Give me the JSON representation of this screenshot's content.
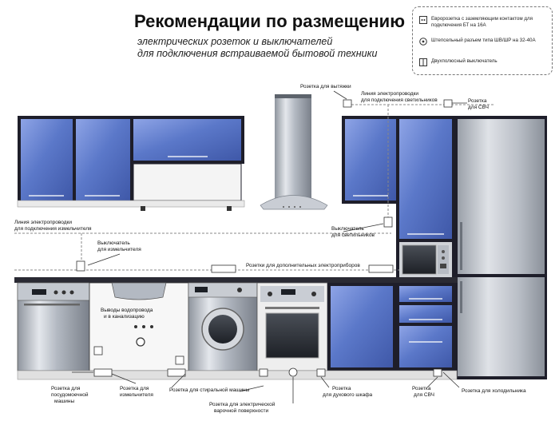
{
  "header": {
    "title": "Рекомендации по размещению",
    "subtitle_1": "электрических розеток и выключателей",
    "subtitle_2": "для подключения встраиваемой бытовой техники"
  },
  "legend": {
    "items": [
      {
        "icon": "euro-socket-icon",
        "text": "Евророзетка с заземляющим контактом для подключения БТ на 16А"
      },
      {
        "icon": "plug-connector-icon",
        "text": "Штепсельный разъем типа ШВ/ШР на 32-40А"
      },
      {
        "icon": "double-switch-icon",
        "text": "Двухполюсный выключатель"
      }
    ]
  },
  "labels": {
    "hood_socket": "Розетка для вытяжки",
    "lighting_wiring_1": "Линия электропроводки",
    "lighting_wiring_2": "для подключения светильников",
    "microwave_top_1": "Розетка",
    "microwave_top_2": "для СВЧ",
    "grinder_wiring_1": "Линия электропроводки",
    "grinder_wiring_2": "для подключения измельчителя",
    "grinder_switch_1": "Выключатель",
    "grinder_switch_2": "для измельчителя",
    "light_switch_1": "Выключатель",
    "light_switch_2": "для светильников",
    "extra_sockets": "Розетки для дополнительных электроприборов",
    "water_outputs_1": "Выводы водопровода",
    "water_outputs_2": "и в канализацию",
    "dishwasher_1": "Розетка для",
    "dishwasher_2": "посудомоечной",
    "dishwasher_3": "машины",
    "grinder_socket_1": "Розетка для",
    "grinder_socket_2": "измельчителя",
    "washer_socket": "Розетка для стиральной машины",
    "hob_socket_1": "Розетка для электрической",
    "hob_socket_2": "варочной поверхности",
    "oven_socket_1": "Розетка",
    "oven_socket_2": "для духового шкафа",
    "microwave_bottom_1": "Розетка",
    "microwave_bottom_2": "для СВЧ",
    "fridge_socket": "Розетка для холодильника"
  },
  "colors": {
    "cabinet_blue": "#5b78c9",
    "cabinet_frame": "#1e1e2a",
    "steel": "#b9bec6",
    "dark_steel": "#7d838c",
    "countertop": "#2a2a33",
    "wiring_line": "#888888"
  }
}
